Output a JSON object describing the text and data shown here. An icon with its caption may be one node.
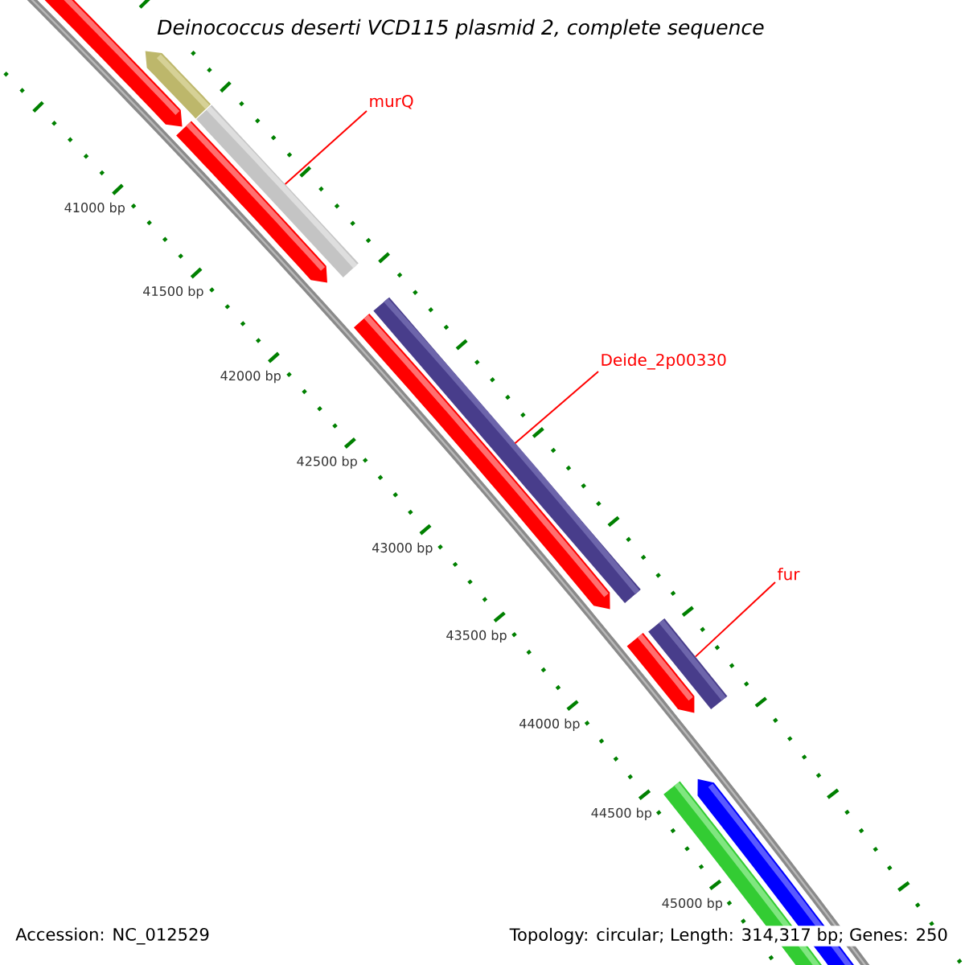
{
  "diagram": {
    "title": "Deinococcus deserti VCD115 plasmid 2, complete sequence",
    "nodes": [
      {
        "text": [
          "murQ"
        ]
      },
      {
        "text": [],
        "shape": "bar"
      },
      {
        "text": [
          "Deide_2p00330"
        ]
      },
      {
        "text": [],
        "shape": "bar"
      },
      {
        "text": [
          "fur"
        ]
      },
      {
        "text": [],
        "shape": "bar"
      }
    ],
    "edges": [
      {
        "from": 0,
        "to": 1,
        "arrow": "none"
      },
      {
        "from": 2,
        "to": 3,
        "arrow": "none"
      },
      {
        "from": 4,
        "to": 5,
        "arrow": "none"
      }
    ],
    "labels": [
      "41000 bp",
      "41500 bp",
      "42000 bp",
      "42500 bp",
      "43000 bp",
      "43500 bp",
      "44000 bp",
      "44500 bp",
      "45000 bp",
      "Accession: NC_012529",
      "Topology: circular; Length: 314,317 bp; Genes: 250"
    ]
  }
}
